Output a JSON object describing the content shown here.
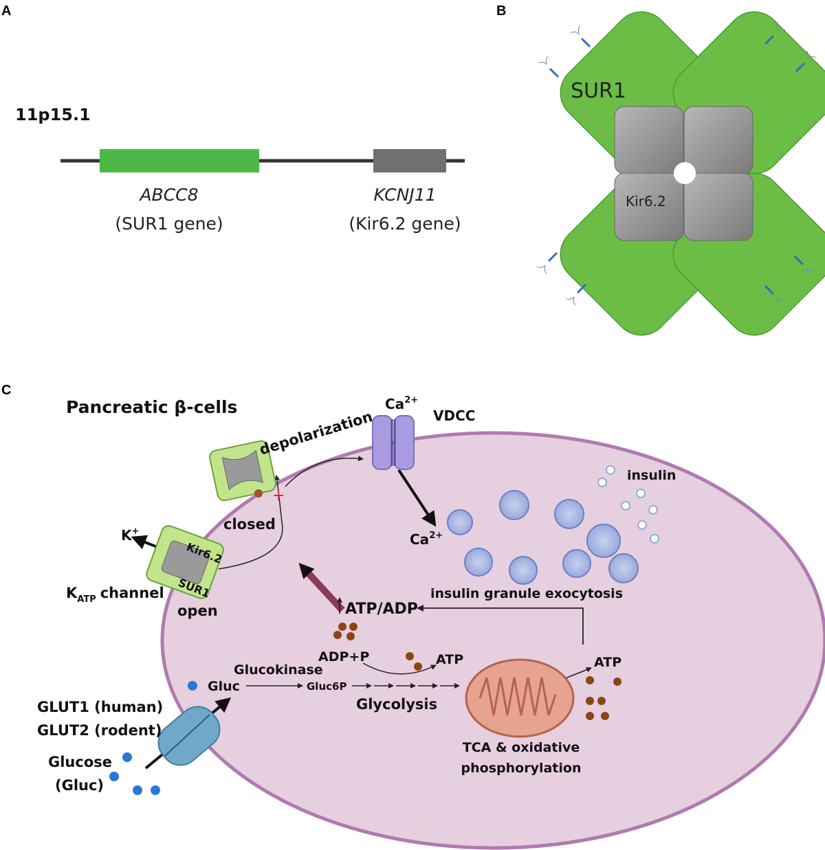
{
  "panels": {
    "a": {
      "letter": "A",
      "locus": "11p15.1",
      "genes": [
        {
          "name": "ABCC8",
          "desc": "(SUR1 gene)",
          "color": "#4cb848"
        },
        {
          "name": "KCNJ11",
          "desc": "(Kir6.2 gene)",
          "color": "#707070"
        }
      ]
    },
    "b": {
      "letter": "B",
      "sur_label": "SUR1",
      "kir_label": "Kir6.2",
      "sur_color": "#6cbd45",
      "kir_color": "#9a9a9a"
    },
    "c": {
      "letter": "C",
      "title": "Pancreatic β-cells",
      "cell_color": "#e6cfdf",
      "labels": {
        "depolarization": "depolarization",
        "ca_top": "Ca",
        "ca_top_sup": "2+",
        "vdcc": "VDCC",
        "closed": "closed",
        "k_plus": "K",
        "k_sup": "+",
        "kir62": "Kir6.2",
        "sur1": "SUR1",
        "katp_k": "K",
        "katp_sub": "ATP",
        "katp_rest": "channel",
        "open": "open",
        "ca_in": "Ca",
        "ca_in_sup": "2+",
        "insulin": "insulin",
        "exocytosis": "insulin granule exocytosis",
        "atp_adp": "ATP/ADP",
        "adp_p": "ADP+P",
        "atp_mid": "ATP",
        "atp_right": "ATP",
        "glucokinase": "Glucokinase",
        "gluc": "Gluc",
        "gluc6p": "Gluc6P",
        "glycolysis": "Glycolysis",
        "glut1": "GLUT1 (human)",
        "glut2": "GLUT2 (rodent)",
        "glucose": "Glucose",
        "gluc_paren": "(Gluc)",
        "tca1": "TCA & oxidative",
        "tca2": "phosphorylation"
      }
    }
  }
}
